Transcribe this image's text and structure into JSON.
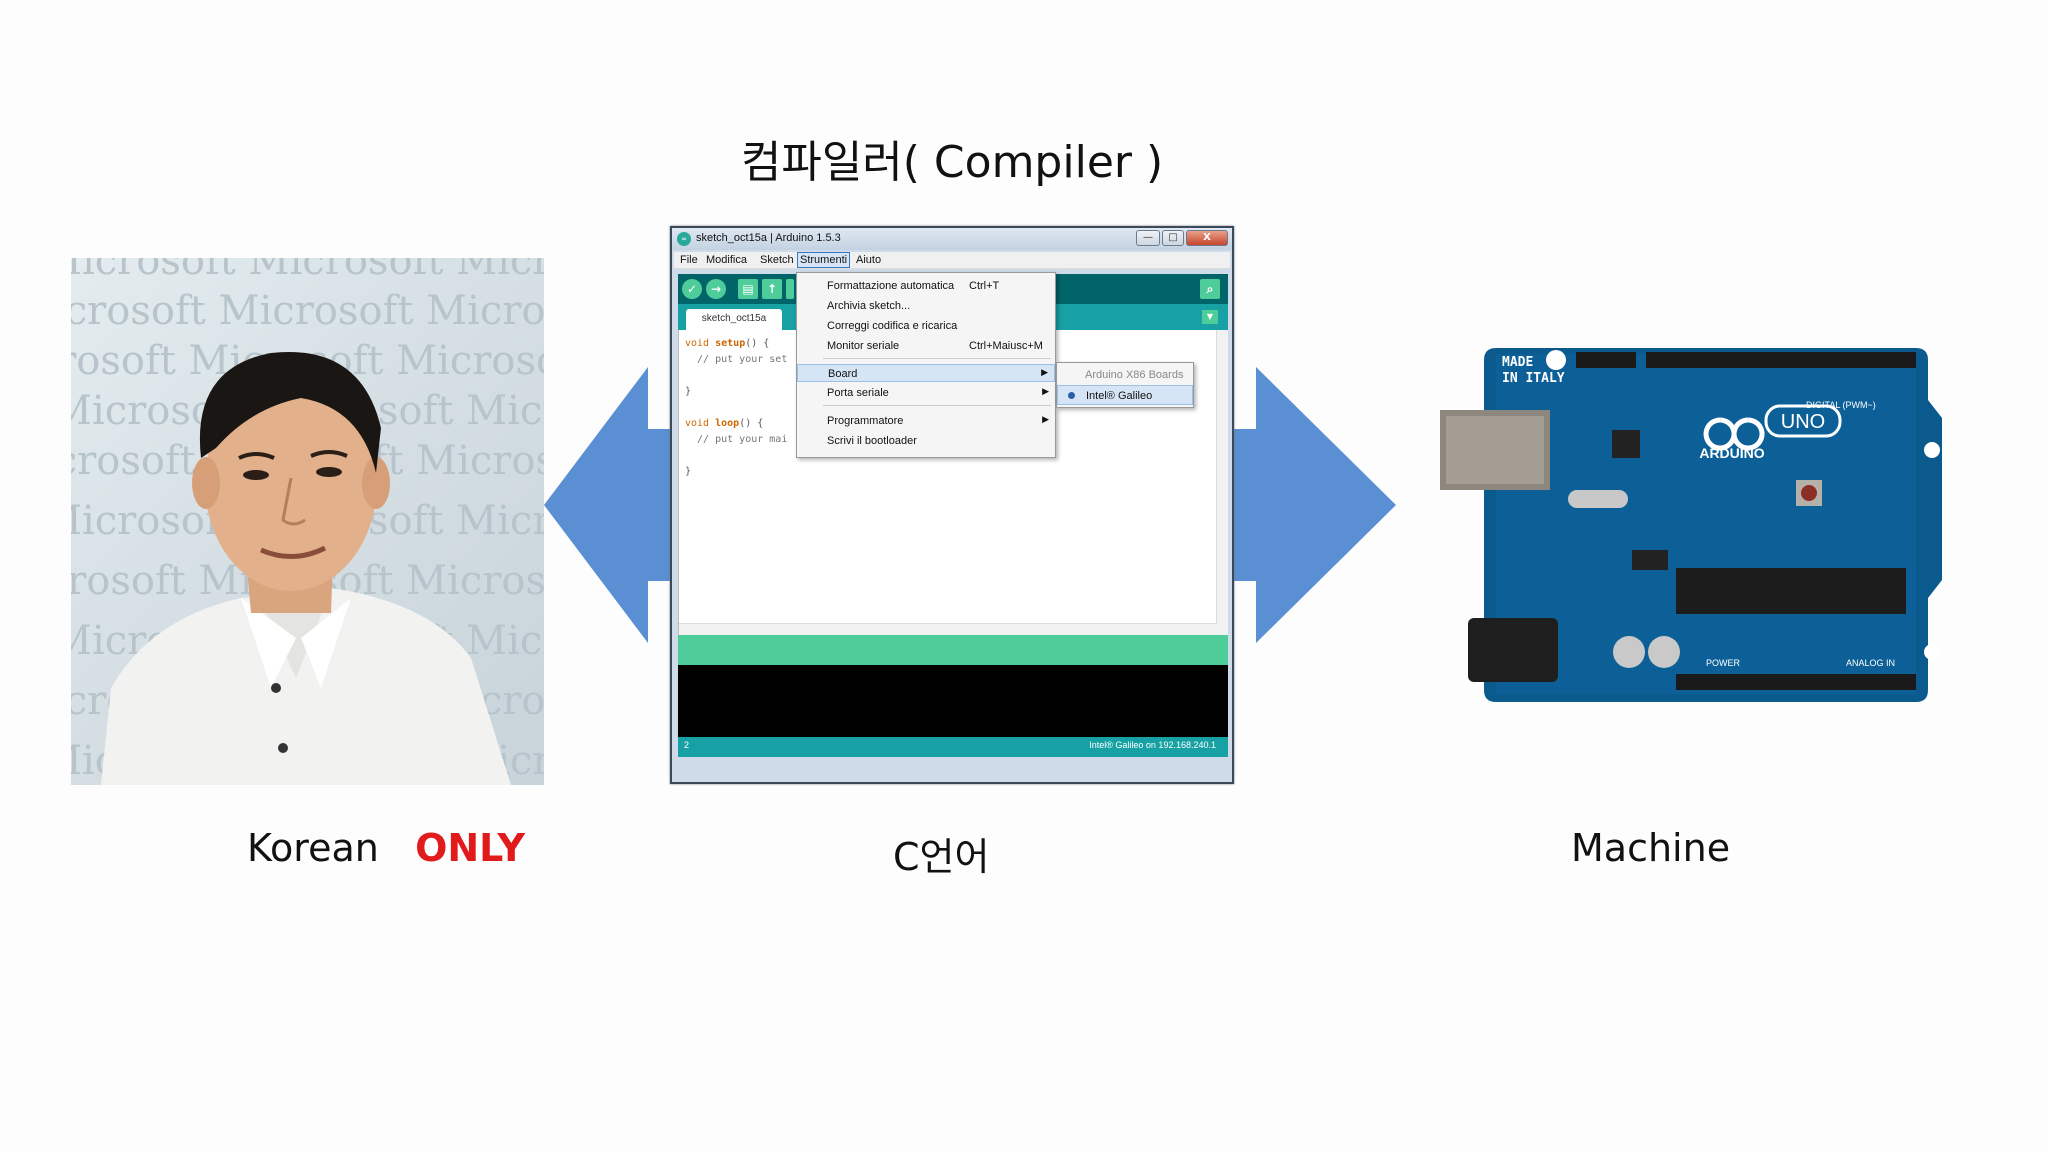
{
  "slide": {
    "title": "컴파일러( Compiler )",
    "captions": {
      "korean": "Korean",
      "only": "ONLY",
      "c_language": "C언어",
      "machine": "Machine"
    },
    "photo": {
      "watermark_text": "Microsoft Microsoft Microsoft Microsoft"
    }
  },
  "ide": {
    "window_title": "sketch_oct15a | Arduino 1.5.3",
    "app_icon": "∞",
    "window_buttons": [
      "—",
      "□",
      "X"
    ],
    "menu": [
      "File",
      "Modifica",
      "Sketch",
      "Strumenti",
      "Aiuto"
    ],
    "active_menu": "Strumenti",
    "tab_label": "sketch_oct15a",
    "code_lines": [
      {
        "kw": "void ",
        "fn": "setup",
        "rest": "() {"
      },
      {
        "kw": "",
        "fn": "",
        "rest": "  // put your set"
      },
      {
        "kw": "",
        "fn": "",
        "rest": ""
      },
      {
        "kw": "",
        "fn": "",
        "rest": "}"
      },
      {
        "kw": "",
        "fn": "",
        "rest": ""
      },
      {
        "kw": "void ",
        "fn": "loop",
        "rest": "() {"
      },
      {
        "kw": "",
        "fn": "",
        "rest": "  // put your mai"
      },
      {
        "kw": "",
        "fn": "",
        "rest": ""
      },
      {
        "kw": "",
        "fn": "",
        "rest": "}"
      }
    ],
    "dropdown": {
      "items": [
        {
          "label": "Formattazione automatica",
          "shortcut": "Ctrl+T"
        },
        {
          "label": "Archivia sketch...",
          "shortcut": ""
        },
        {
          "label": "Correggi codifica e ricarica",
          "shortcut": ""
        },
        {
          "label": "Monitor seriale",
          "shortcut": "Ctrl+Maiusc+M"
        },
        {
          "label": "Board",
          "shortcut": ""
        },
        {
          "label": "Porta seriale",
          "shortcut": ""
        },
        {
          "label": "Programmatore",
          "shortcut": ""
        },
        {
          "label": "Scrivi il bootloader",
          "shortcut": ""
        }
      ],
      "highlighted": "Board"
    },
    "submenu": {
      "header": "Arduino X86 Boards",
      "selected": "Intel® Galileo"
    },
    "footer": {
      "line_number": "2",
      "board_port": "Intel® Galileo on 192.168.240.1"
    }
  },
  "colors": {
    "arrow": "#5b8fd3",
    "arduino_teal": "#17a1a5",
    "arduino_green": "#4ecd9b",
    "only_red": "#e11b1b"
  }
}
